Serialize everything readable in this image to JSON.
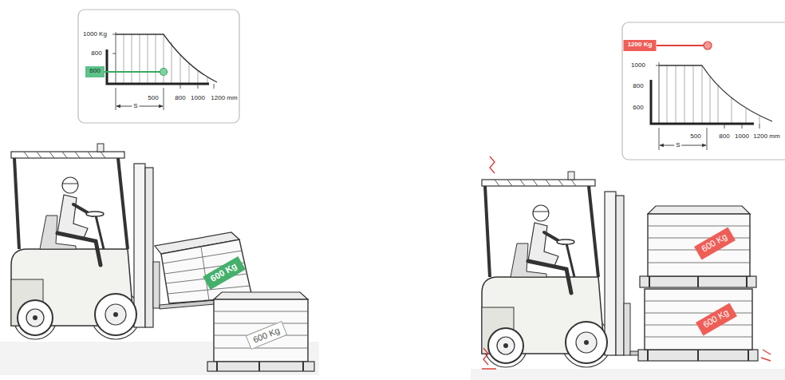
{
  "diagram": {
    "nodes": [
      {
        "text": [
          "600"
        ]
      },
      {
        "text": [
          "600 Kg"
        ]
      },
      {
        "text": [
          "600 Kg"
        ]
      },
      {
        "text": [
          "1200 Kg"
        ]
      },
      {
        "text": [
          "600 Kg"
        ]
      },
      {
        "text": [
          "600 Kg"
        ]
      }
    ],
    "labels": [
      "1000 Kg",
      "800",
      "S",
      "500",
      "800",
      "1000",
      "1200 mm",
      "1000",
      "800",
      "600",
      "S",
      "500",
      "800",
      "1000",
      "1200 mm"
    ]
  }
}
